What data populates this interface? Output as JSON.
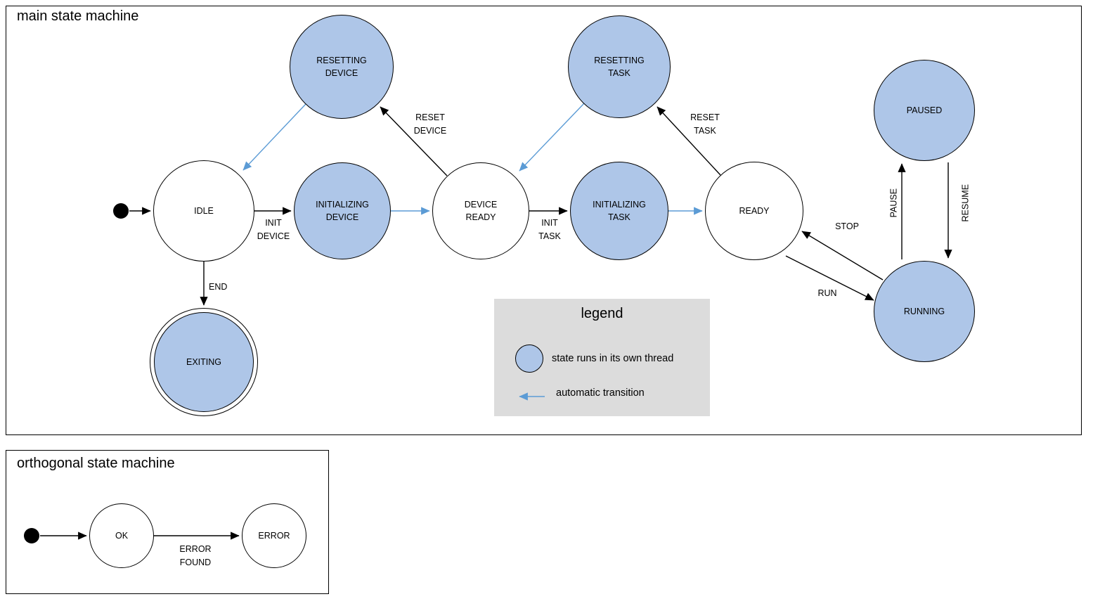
{
  "colors": {
    "threaded_state_fill": "#aec6e8",
    "plain_state_fill": "#ffffff",
    "automatic_transition_arrow": "#5b9bd5",
    "normal_arrow": "#000000",
    "legend_background": "#dcdcdc"
  },
  "main_machine": {
    "title": "main state machine",
    "states": {
      "idle": "IDLE",
      "resetting_device": "RESETTING DEVICE",
      "initializing_device": "INITIALIZING DEVICE",
      "device_ready": "DEVICE READY",
      "resetting_task": "RESETTING TASK",
      "initializing_task": "INITIALIZING TASK",
      "ready": "READY",
      "paused": "PAUSED",
      "running": "RUNNING",
      "exiting": "EXITING"
    },
    "transition_labels": {
      "init_device": "INIT DEVICE",
      "reset_device": "RESET DEVICE",
      "init_task": "INIT TASK",
      "reset_task": "RESET TASK",
      "run": "RUN",
      "stop": "STOP",
      "pause": "PAUSE",
      "resume": "RESUME",
      "end": "END"
    }
  },
  "legend": {
    "title": "legend",
    "threaded_state_label": "state runs in its own thread",
    "automatic_transition_label": "automatic transition"
  },
  "orthogonal_machine": {
    "title": "orthogonal state machine",
    "states": {
      "ok": "OK",
      "error": "ERROR"
    },
    "transition_labels": {
      "error_found": "ERROR FOUND"
    }
  }
}
